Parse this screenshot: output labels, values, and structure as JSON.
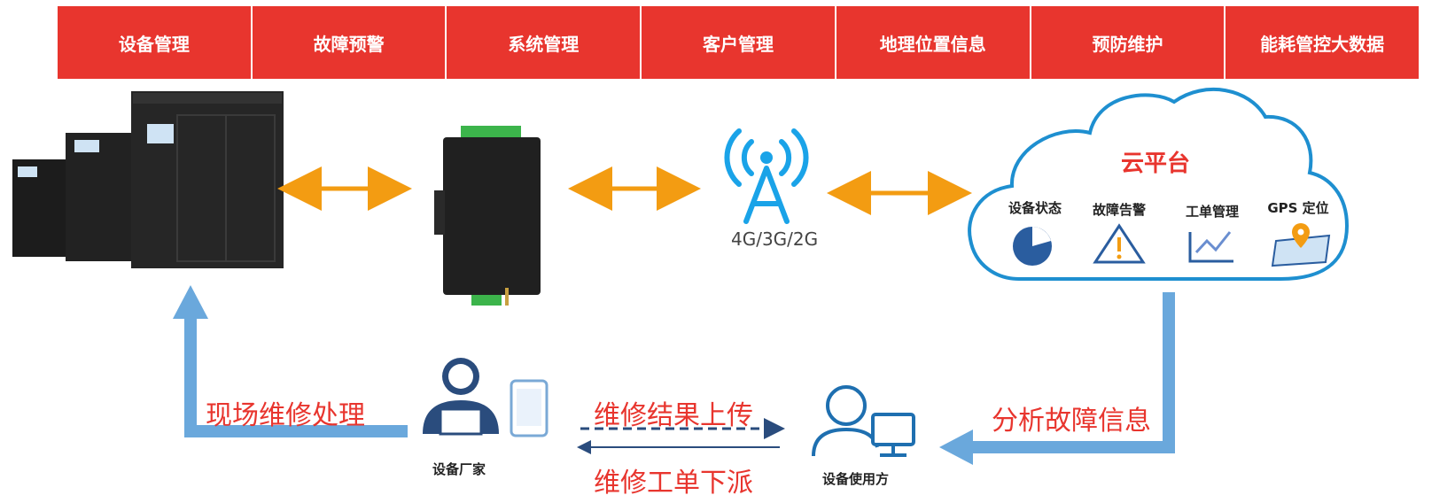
{
  "nav": {
    "tabs": [
      "设备管理",
      "故障预警",
      "系统管理",
      "客户管理",
      "地理位置信息",
      "预防维护",
      "能耗管控大数据"
    ]
  },
  "network": {
    "label": "4G/3G/2G"
  },
  "cloud": {
    "title": "云平台",
    "features": [
      {
        "label": "设备状态",
        "icon": "pie-chart-icon"
      },
      {
        "label": "故障告警",
        "icon": "warning-icon"
      },
      {
        "label": "工单管理",
        "icon": "line-chart-icon"
      },
      {
        "label": "GPS 定位",
        "icon": "map-pin-icon"
      }
    ]
  },
  "flow": {
    "field_repair": "现场维修处理",
    "analyze_fault": "分析故障信息",
    "upload_result": "维修结果上传",
    "dispatch_order": "维修工单下派"
  },
  "actors": {
    "manufacturer": "设备厂家",
    "user": "设备使用方"
  },
  "colors": {
    "accent_red": "#e8352e",
    "arrow_orange": "#f39c12",
    "flow_blue": "#5b9bd5",
    "dark_blue": "#2a4c7d"
  }
}
